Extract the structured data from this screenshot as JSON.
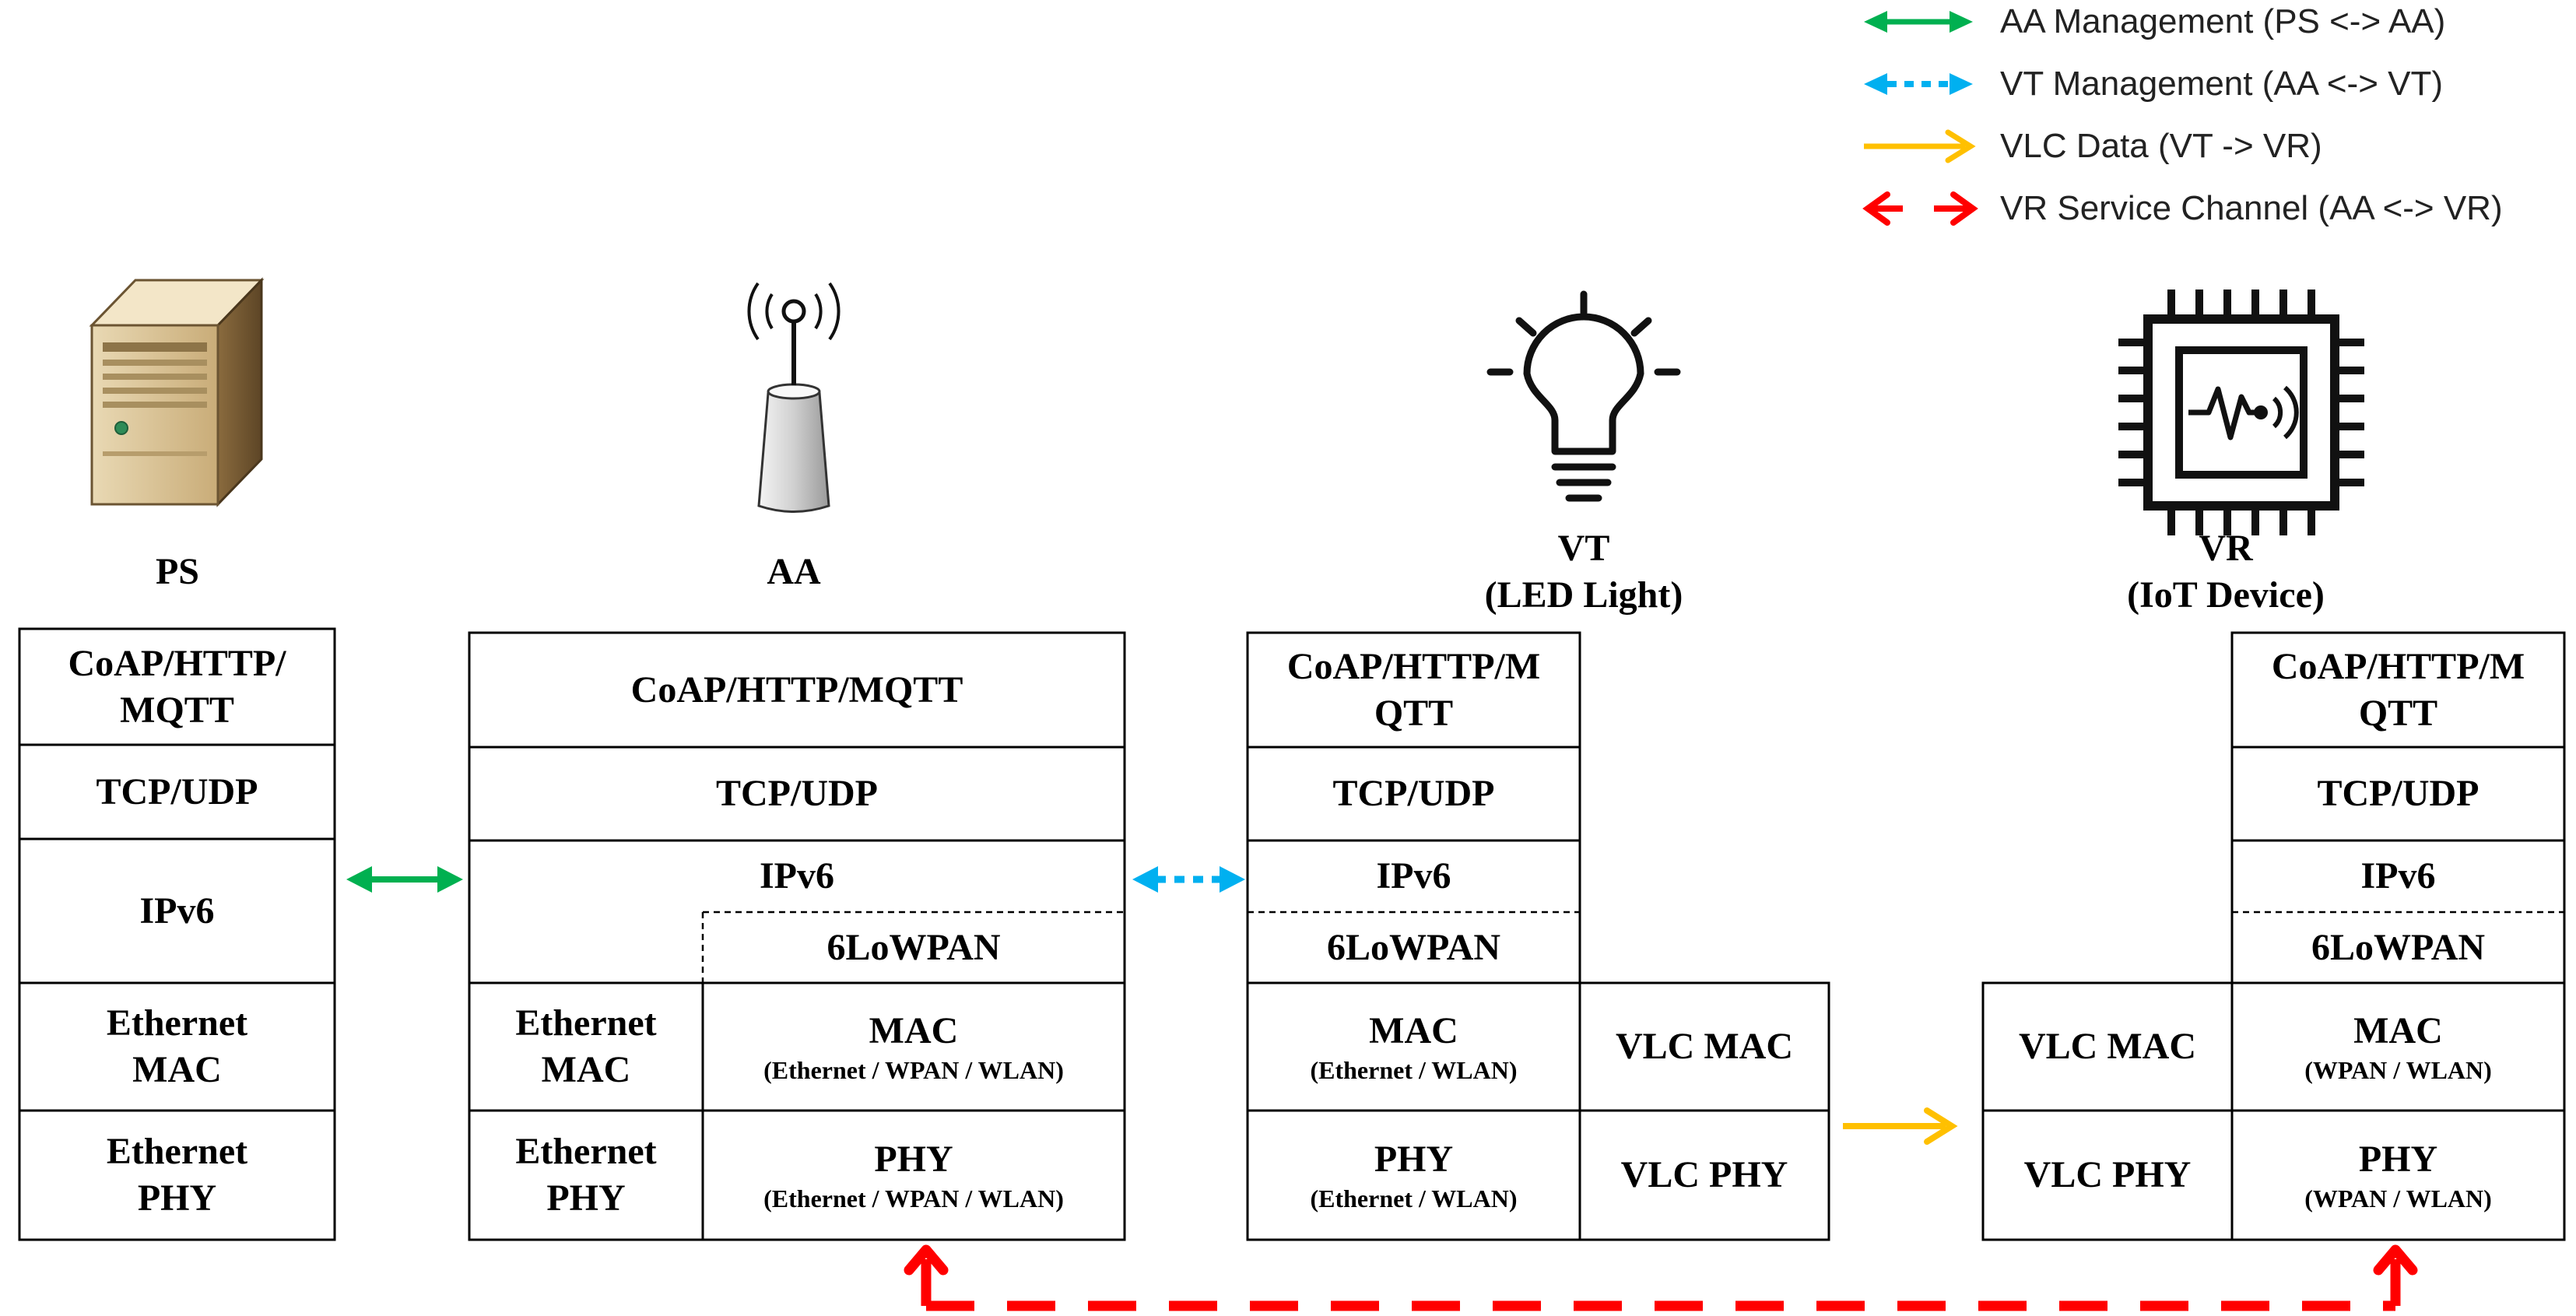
{
  "legend": [
    {
      "label": "AA Management (PS <-> AA)",
      "color": "#00b050",
      "style": "solid-double"
    },
    {
      "label": "VT Management (AA <-> VT)",
      "color": "#00b0f0",
      "style": "dotted-double"
    },
    {
      "label": "VLC Data (VT -> VR)",
      "color": "#ffc000",
      "style": "solid-single"
    },
    {
      "label": "VR Service Channel (AA <-> VR)",
      "color": "#ff0000",
      "style": "dashed-double"
    }
  ],
  "nodes": {
    "ps": {
      "name": "PS",
      "icon": "server-icon"
    },
    "aa": {
      "name": "AA",
      "icon": "antenna-icon"
    },
    "vt": {
      "name": "VT",
      "subtitle": "(LED Light)",
      "icon": "lightbulb-icon"
    },
    "vr": {
      "name": "VR",
      "subtitle": "(IoT Device)",
      "icon": "iot-chip-icon"
    }
  },
  "stacks": {
    "ps": {
      "app": "CoAP/HTTP/\nMQTT",
      "transport": "TCP/UDP",
      "network": "IPv6",
      "mac": "Ethernet\nMAC",
      "phy": "Ethernet\nPHY"
    },
    "aa": {
      "app": "CoAP/HTTP/MQTT",
      "transport": "TCP/UDP",
      "network": "IPv6",
      "adaptation": "6LoWPAN",
      "eth_mac": "Ethernet\nMAC",
      "eth_phy": "Ethernet\nPHY",
      "mac": "MAC",
      "mac_sub": "(Ethernet / WPAN / WLAN)",
      "phy": "PHY",
      "phy_sub": "(Ethernet / WPAN / WLAN)"
    },
    "vt": {
      "app": "CoAP/HTTP/M\nQTT",
      "transport": "TCP/UDP",
      "network": "IPv6",
      "adaptation": "6LoWPAN",
      "mac": "MAC",
      "mac_sub": "(Ethernet / WLAN)",
      "phy": "PHY",
      "phy_sub": "(Ethernet / WLAN)",
      "vlc_mac": "VLC MAC",
      "vlc_phy": "VLC PHY"
    },
    "vr": {
      "app": "CoAP/HTTP/M\nQTT",
      "transport": "TCP/UDP",
      "network": "IPv6",
      "adaptation": "6LoWPAN",
      "mac": "MAC",
      "mac_sub": "(WPAN / WLAN)",
      "phy": "PHY",
      "phy_sub": "(WPAN / WLAN)",
      "vlc_mac": "VLC MAC",
      "vlc_phy": "VLC PHY"
    }
  }
}
